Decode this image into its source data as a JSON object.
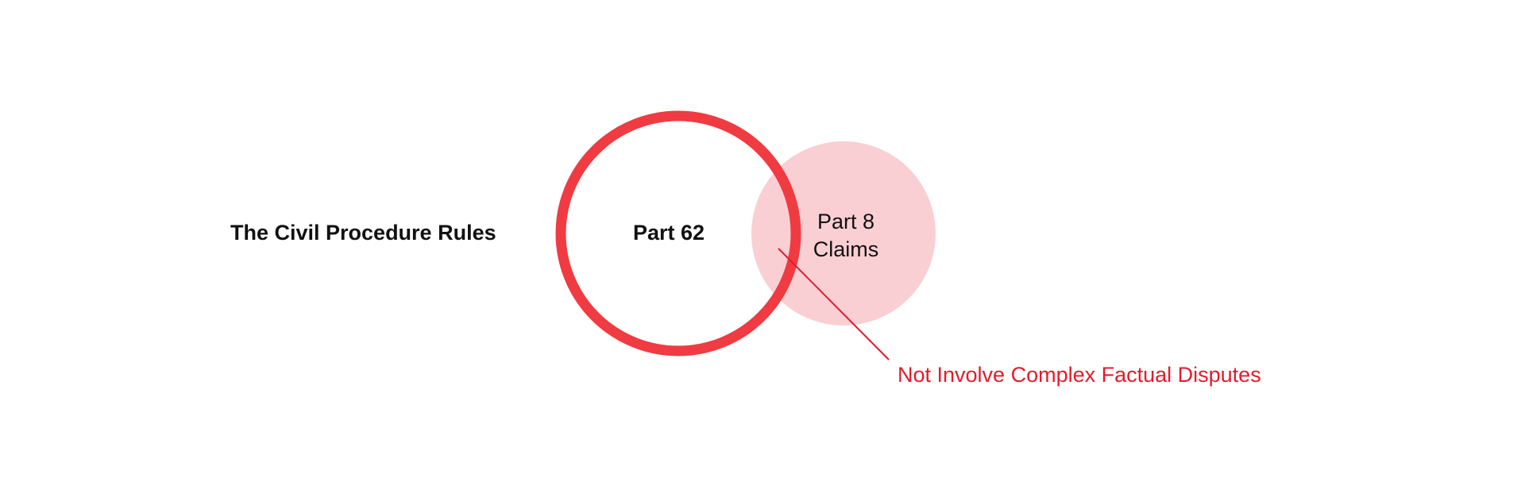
{
  "diagram": {
    "outer_label": "The Civil Procedure Rules",
    "main_circle_label": "Part 62",
    "secondary_circle_label_line1": "Part 8",
    "secondary_circle_label_line2": "Claims",
    "callout_label": "Not Involve Complex Factual Disputes"
  },
  "colors": {
    "main_circle_stroke": "#ef3b41",
    "secondary_circle_fill": "#f9cfd3",
    "callout": "#e31b2b",
    "text": "#111111"
  }
}
